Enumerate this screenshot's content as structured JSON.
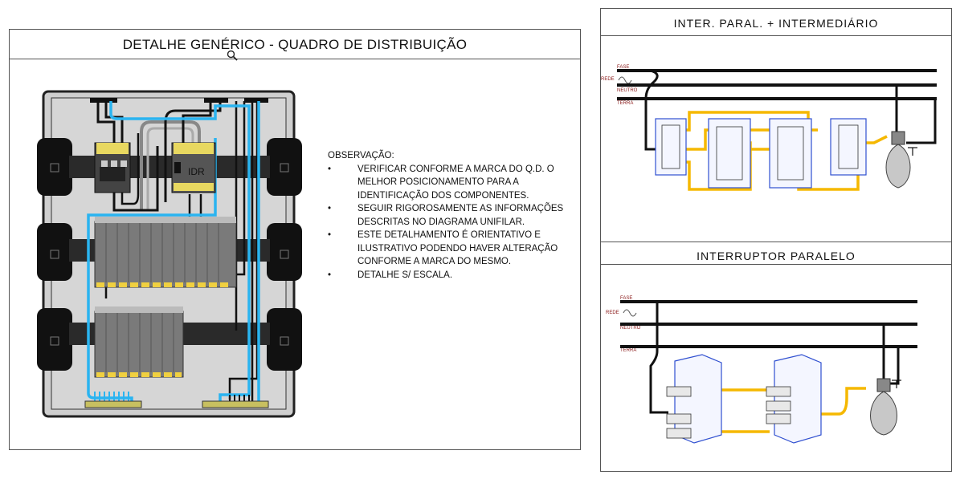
{
  "left_panel": {
    "title": "DETALHE GENÉRICO - QUADRO DE DISTRIBUIÇÃO",
    "idr_label": "IDR",
    "notes_heading": "OBSERVAÇÃO:",
    "notes": [
      [
        "VERIFICAR CONFORME A MARCA DO Q.D. O",
        "MELHOR POSICIONAMENTO PARA A",
        "IDENTIFICAÇÃO DOS COMPONENTES."
      ],
      [
        "SEGUIR RIGOROSAMENTE AS INFORMAÇÕES",
        "DESCRITAS NO DIAGRAMA UNIFILAR."
      ],
      [
        "ESTE DETALHAMENTO É ORIENTATIVO E",
        "ILUSTRATIVO PODENDO HAVER ALTERAÇÃO",
        "CONFORME A MARCA DO MESMO."
      ],
      [
        "DETALHE S/ ESCALA."
      ]
    ],
    "bullet": "•"
  },
  "top_right_panel": {
    "title": "INTER.  PARAL.  +  INTERMEDIÁRIO",
    "labels": {
      "fase": "FASE",
      "rede": "REDE",
      "neutro": "NEUTRO",
      "terra": "TERRA"
    }
  },
  "bottom_right_panel": {
    "title": "INTERRUPTOR  PARALELO",
    "labels": {
      "fase": "FASE",
      "rede": "REDE",
      "neutro": "NEUTRO",
      "terra": "TERRA"
    }
  },
  "colors": {
    "phase_wire": "#1a1a1a",
    "neutral_wire": "#2ab4f0",
    "yellow_wire": "#f5b800",
    "switch_blue": "#3050d0",
    "label_red": "#8b1a1a",
    "panel_gray": "#d0d0d0",
    "breaker_gray": "#7a7a7a"
  },
  "icons": {
    "zoom": "magnifier-icon",
    "lamp": "lamp-icon"
  }
}
